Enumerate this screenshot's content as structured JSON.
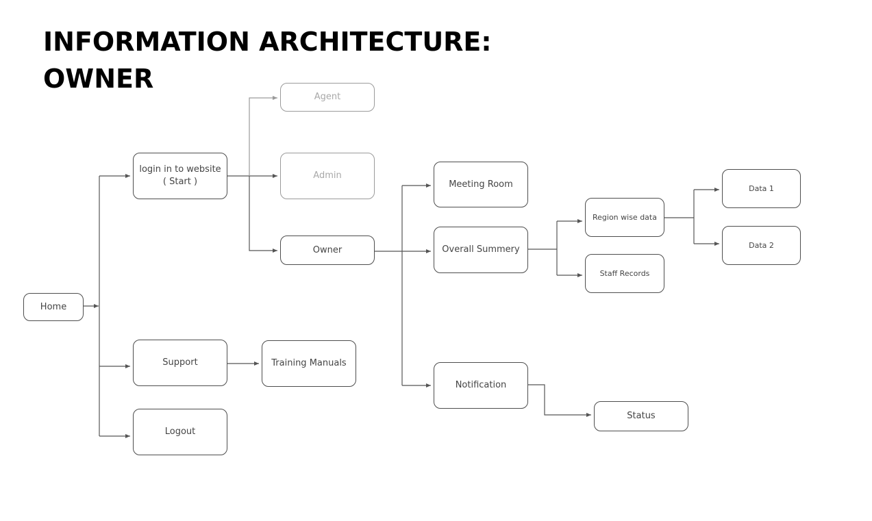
{
  "page": {
    "title_line1": "INFORMATION ARCHITECTURE:",
    "title_line2": "OWNER"
  },
  "nodes": {
    "home": "Home",
    "login": "login in to website\n( Start )",
    "agent": "Agent",
    "admin": "Admin",
    "owner": "Owner",
    "support": "Support",
    "training_manuals": "Training Manuals",
    "logout": "Logout",
    "meeting_room": "Meeting Room",
    "overall_summery": "Overall Summery",
    "notification": "Notification",
    "region_wise_data": "Region wise data",
    "staff_records": "Staff Records",
    "data_1": "Data 1",
    "data_2": "Data 2",
    "status": "Status"
  },
  "colors": {
    "line": "#555555",
    "line_muted": "#9a9a9a",
    "border": "#4d4d4d",
    "border_muted": "#9a9a9a",
    "text": "#444444",
    "text_muted": "#a8a8a8"
  }
}
